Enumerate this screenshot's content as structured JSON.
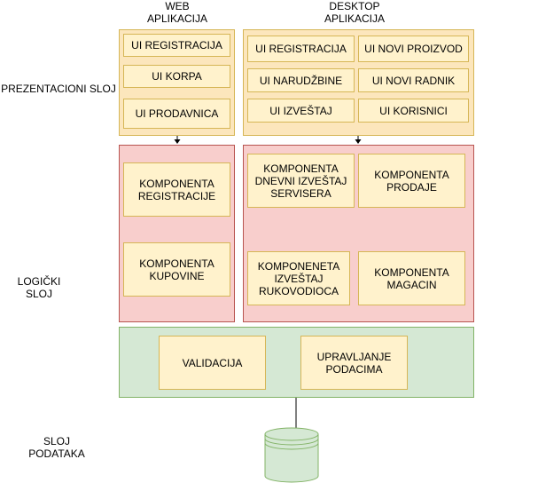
{
  "headers": {
    "web": "WEB\nAPLIKACIJA",
    "desktop": "DESKTOP\nAPLIKACIJA"
  },
  "layers": {
    "presentation": "PREZENTACIONI SLOJ",
    "logic": "LOGIČKI\nSLOJ",
    "data": "SLOJ\nPODATAKA"
  },
  "web_ui": {
    "registracija": "UI REGISTRACIJA",
    "korpa": "UI KORPA",
    "prodavnica": "UI PRODAVNICA"
  },
  "desktop_ui": {
    "registracija": "UI REGISTRACIJA",
    "novi_proizvod": "UI NOVI PROIZVOD",
    "narudzbine": "UI NARUDŽBINE",
    "novi_radnik": "UI NOVI RADNIK",
    "izvestaj": "UI IZVEŠTAJ",
    "korisnici": "UI KORISNICI"
  },
  "web_logic": {
    "registracije": "KOMPONENTA\nREGISTRACIJE",
    "kupovine": "KOMPONENTA\nKUPOVINE"
  },
  "desktop_logic": {
    "dnevni": "KOMPONENTA\nDNEVNI IZVEŠTAJ\nSERVISERA",
    "prodaje": "KOMPONENTA\nPRODAJE",
    "rukovodioca": "KOMPONENETA\nIZVEŠTAJ\nRUKOVODIOCA",
    "magacin": "KOMPONENTA\nMAGACIN"
  },
  "shared_logic": {
    "validacija": "VALIDACIJA",
    "upravljanje": "UPRAVLJANJE\nPODACIMA"
  },
  "colors": {
    "ui_fill": "#fce6bc",
    "logic_fill": "#f8cecc",
    "shared_fill": "#d5e8d4",
    "database_fill": "#d5e8d4"
  }
}
